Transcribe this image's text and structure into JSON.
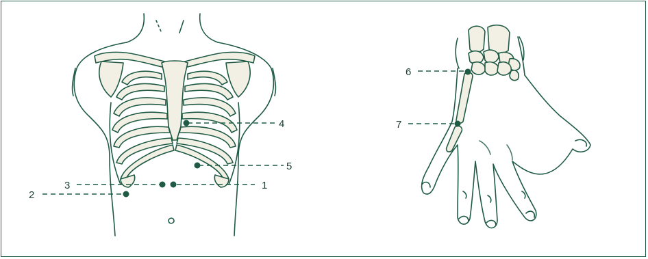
{
  "figure": {
    "colors": {
      "ink": "#1f5a44",
      "bone": "#f2f0e4",
      "label": "#1f3f33"
    },
    "panels": [
      "chest-anatomy",
      "hand-wrist-anatomy"
    ],
    "markers": [
      {
        "label": "1",
        "region": "chest"
      },
      {
        "label": "2",
        "region": "chest"
      },
      {
        "label": "3",
        "region": "chest"
      },
      {
        "label": "4",
        "region": "chest"
      },
      {
        "label": "5",
        "region": "chest"
      },
      {
        "label": "6",
        "region": "wrist"
      },
      {
        "label": "7",
        "region": "wrist"
      }
    ]
  }
}
